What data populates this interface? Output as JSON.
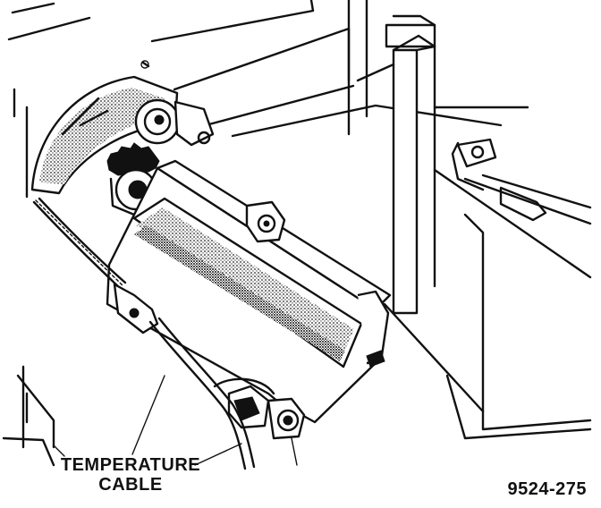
{
  "callouts": {
    "temperature_cable_line1": "TEMPERATURE",
    "temperature_cable_line2": "CABLE"
  },
  "figure_number": "9524-275",
  "colors": {
    "ink": "#111111",
    "background": "#ffffff"
  }
}
